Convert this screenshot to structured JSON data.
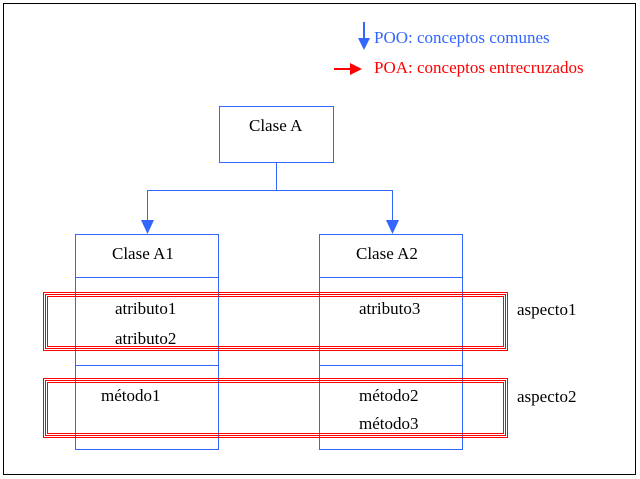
{
  "legend": {
    "poo": {
      "label": "POO: conceptos comunes",
      "color": "#3366ff"
    },
    "poa": {
      "label": "POA: conceptos entrecruzados",
      "color": "#ff0000"
    }
  },
  "classes": {
    "parent": {
      "name": "Clase A"
    },
    "child1": {
      "name": "Clase A1",
      "attributes": [
        "atributo1",
        "atributo2"
      ],
      "methods": [
        "método1"
      ]
    },
    "child2": {
      "name": "Clase A2",
      "attributes": [
        "atributo3"
      ],
      "methods": [
        "método2",
        "método3"
      ]
    }
  },
  "aspects": [
    "aspecto1",
    "aspecto2"
  ],
  "colors": {
    "class_border": "#3366ff",
    "aspect_border": "#ff0000",
    "frame": "#000000",
    "text": "#000000"
  }
}
